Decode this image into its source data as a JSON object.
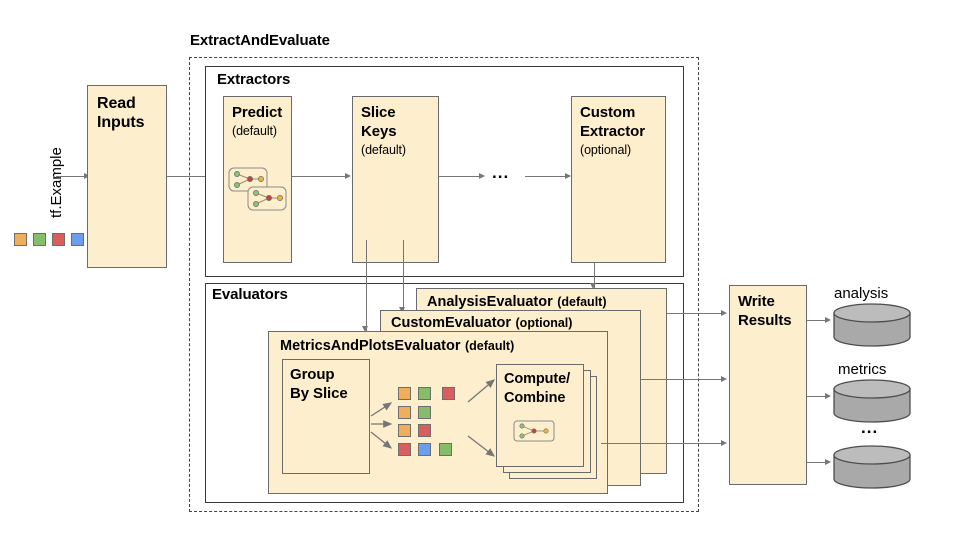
{
  "diagram": {
    "title_outer": "ExtractAndEvaluate",
    "input_label": "tf.Example",
    "legend_squares": [
      "#f0ad5a",
      "#85bd6b",
      "#d95f5f",
      "#6d9eeb"
    ]
  },
  "nodes": {
    "read_inputs": {
      "title": "Read\nInputs",
      "line1": "Read",
      "line2": "Inputs"
    },
    "extractors_group": {
      "title": "Extractors"
    },
    "evaluators_group": {
      "title": "Evaluators"
    },
    "predict": {
      "title": "Predict",
      "subtitle": "(default)"
    },
    "slice_keys": {
      "line1": "Slice",
      "line2": "Keys",
      "subtitle": "(default)"
    },
    "ellipsis_extractors": "...",
    "custom_extractor": {
      "line1": "Custom",
      "line2": "Extractor",
      "subtitle": "(optional)"
    },
    "analysis_evaluator": {
      "title": "AnalysisEvaluator",
      "subtitle": "(default)"
    },
    "custom_evaluator": {
      "title": "CustomEvaluator",
      "subtitle": "(optional)"
    },
    "metrics_plots_evaluator": {
      "title": "MetricsAndPlotsEvaluator",
      "subtitle": "(default)"
    },
    "group_by_slice": {
      "line1": "Group",
      "line2": "By Slice"
    },
    "compute_combine": {
      "line1": "Compute/",
      "line2": "Combine"
    },
    "write_results": {
      "line1": "Write",
      "line2": "Results"
    }
  },
  "outputs": {
    "analysis_label": "analysis",
    "metrics_label": "metrics",
    "more_label": "..."
  },
  "slice_grid": {
    "rows": [
      [
        "#f0ad5a",
        "#85bd6b",
        "#d95f5f"
      ],
      [
        "#f0ad5a",
        "#85bd6b"
      ],
      [
        "#f0ad5a",
        "#d95f5f"
      ],
      [
        "#d95f5f",
        "#6d9eeb",
        "#85bd6b"
      ]
    ]
  },
  "colors": {
    "box_fill": "#fdeecd",
    "box_stroke": "#6b6b6b",
    "group_stroke": "#3a3a3a",
    "dashed_stroke": "#444444",
    "connector": "#767676",
    "cylinder_body": "#a9a9a9",
    "cylinder_top": "#bcbcbc"
  }
}
